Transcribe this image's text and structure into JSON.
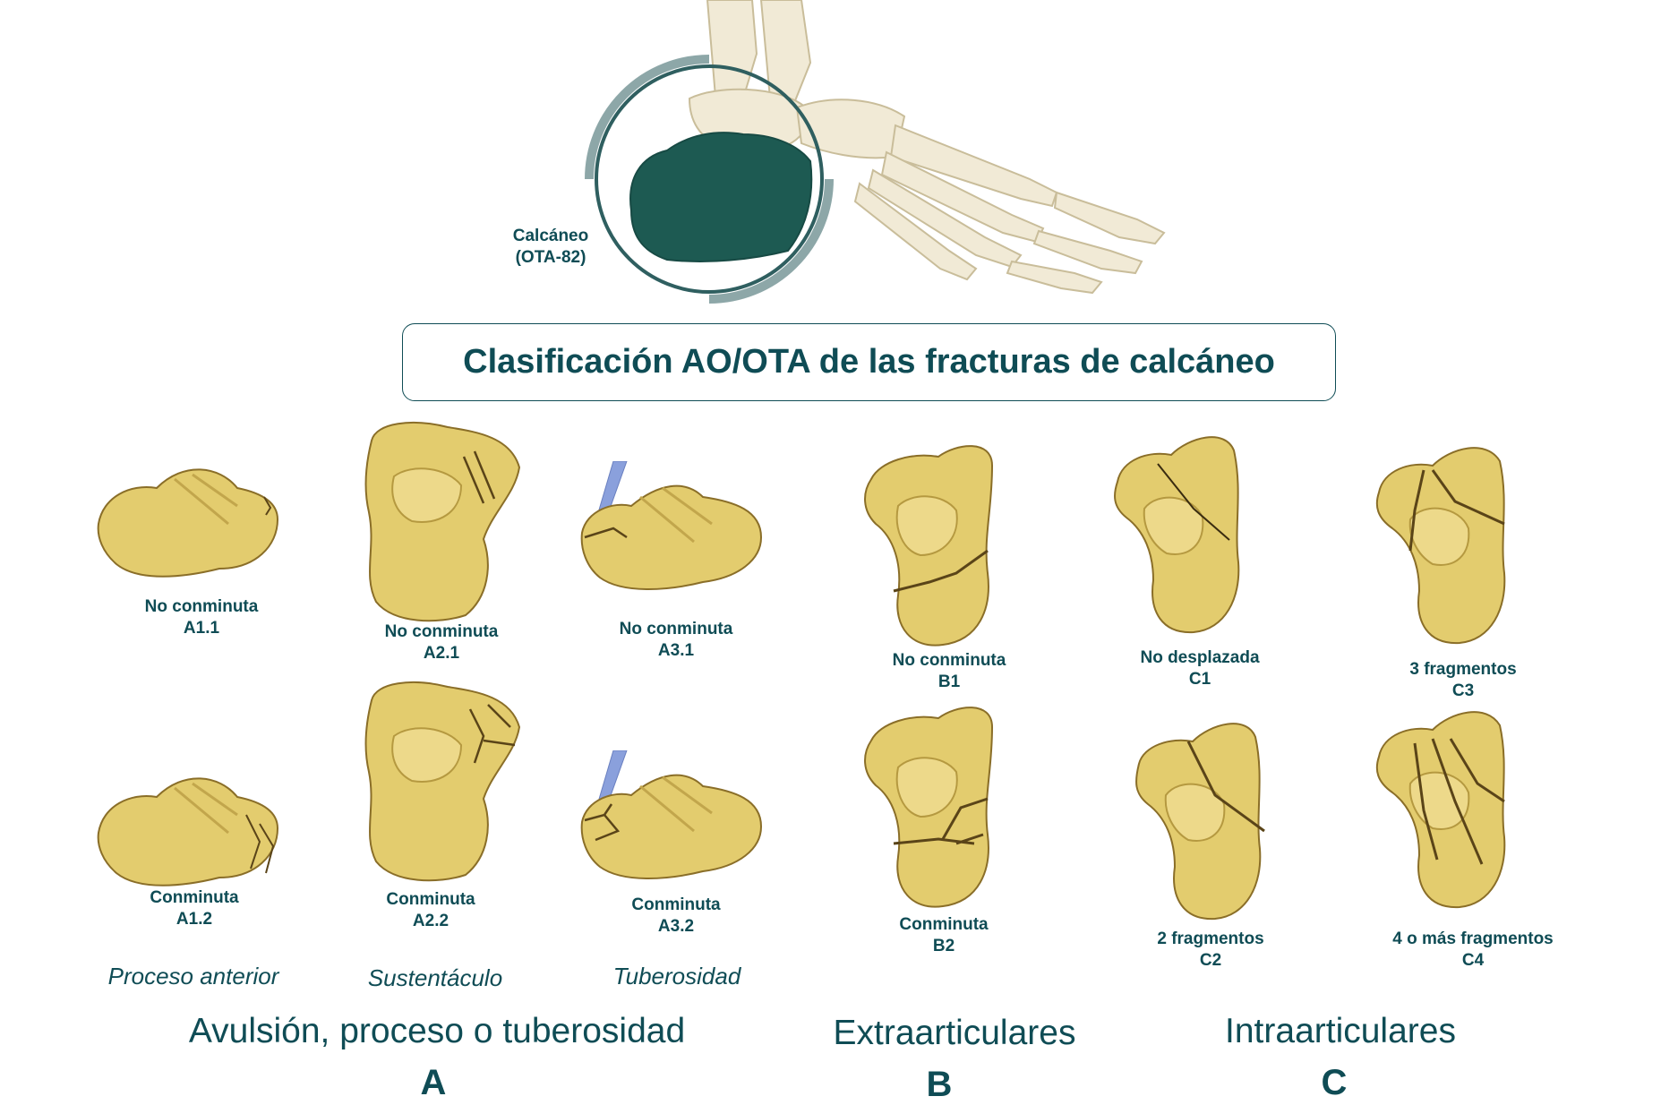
{
  "foot_label": [
    "Calcáneo",
    "(OTA-82)"
  ],
  "title": "Clasificación AO/OTA de las fracturas de calcáneo",
  "panels": [
    {
      "code": "A1.1",
      "caption": "No conminuta"
    },
    {
      "code": "A1.2",
      "caption": "Conminuta"
    },
    {
      "code": "A2.1",
      "caption": "No conminuta"
    },
    {
      "code": "A2.2",
      "caption": "Conminuta"
    },
    {
      "code": "A3.1",
      "caption": "No conminuta"
    },
    {
      "code": "A3.2",
      "caption": "Conminuta"
    },
    {
      "code": "B1",
      "caption": "No conminuta"
    },
    {
      "code": "B2",
      "caption": "Conminuta"
    },
    {
      "code": "C1",
      "caption": "No desplazada"
    },
    {
      "code": "C2",
      "caption": "2 fragmentos"
    },
    {
      "code": "C3",
      "caption": "3 fragmentos"
    },
    {
      "code": "C4",
      "caption": "4 o más fragmentos"
    }
  ],
  "subgroups": [
    "Proceso anterior",
    "Sustentáculo",
    "Tuberosidad"
  ],
  "groups": [
    {
      "title": "Avulsión, proceso o tuberosidad",
      "letter": "A"
    },
    {
      "title": "Extraarticulares",
      "letter": "B"
    },
    {
      "title": "Intraarticulares",
      "letter": "C"
    }
  ],
  "colors": {
    "text": "#0f4c55",
    "bone": "#e3cc6e",
    "bone_outline": "#8a6e28",
    "calcaneus_highlight": "#1d5a52",
    "skeleton": "#f0e9d6",
    "tendon": "#8aa0dc"
  }
}
